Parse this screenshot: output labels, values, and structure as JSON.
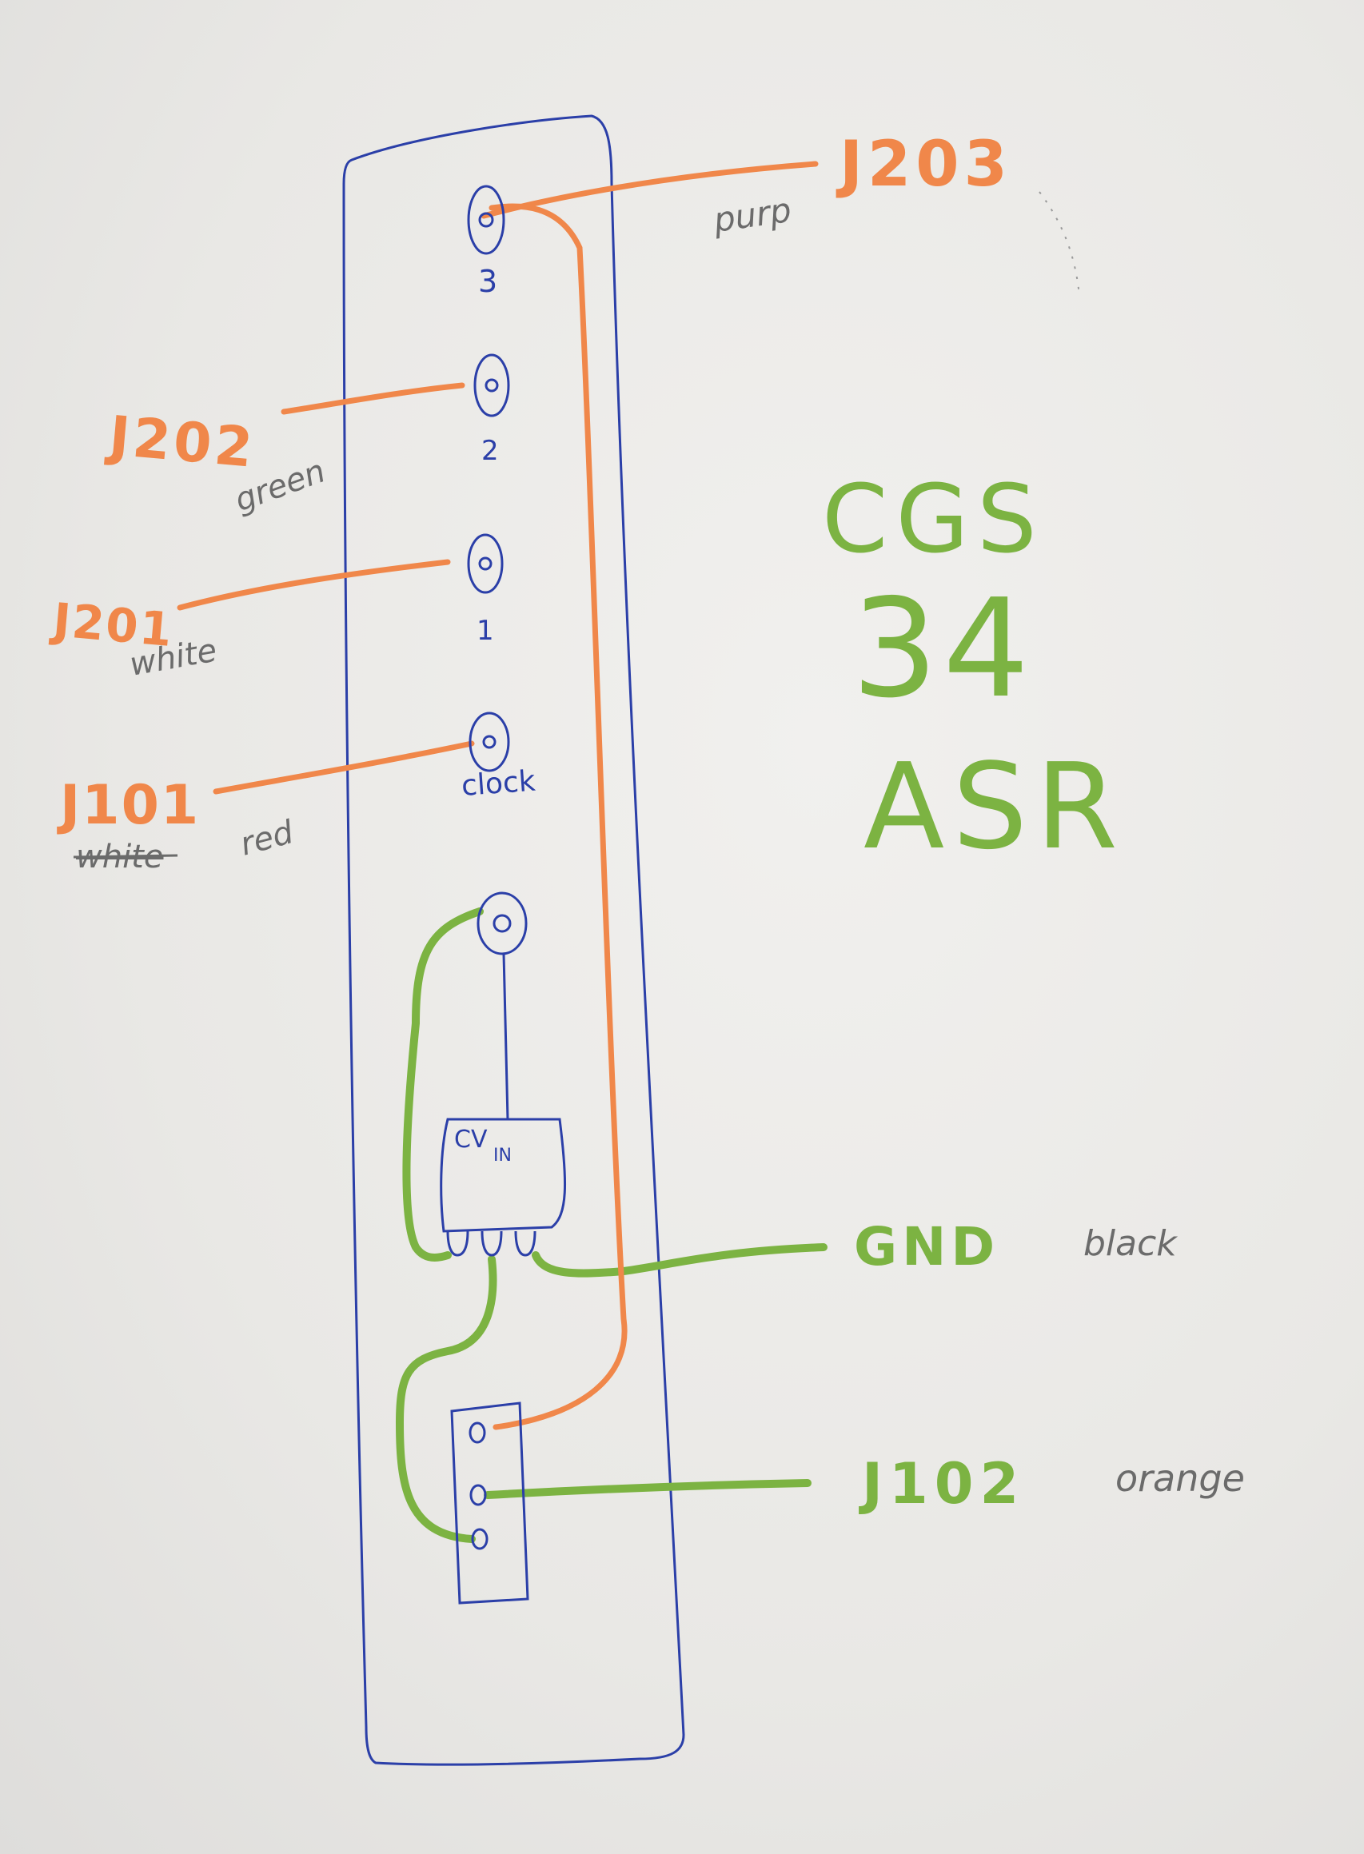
{
  "title_lines": [
    "CGS",
    "34",
    "ASR"
  ],
  "jacks": [
    {
      "label": "3",
      "wire": "J203",
      "color_name": "purp"
    },
    {
      "label": "2",
      "wire": "J202",
      "color_name": "green"
    },
    {
      "label": "1",
      "wire": "J201",
      "color_name": "white"
    },
    {
      "label": "clock",
      "wire": "J101",
      "color_name": "red",
      "struck_name": "white"
    }
  ],
  "pot_label": "CV",
  "pot_label_sub": "IN",
  "ground": {
    "wire": "GND",
    "color_name": "black"
  },
  "header": {
    "wire": "J102",
    "color_name": "orange"
  },
  "colors": {
    "panel_outline": "#2b3fa8",
    "orange_wire": "#f0874a",
    "green_wire": "#7cb342",
    "pencil_note": "#6b6b6b"
  }
}
